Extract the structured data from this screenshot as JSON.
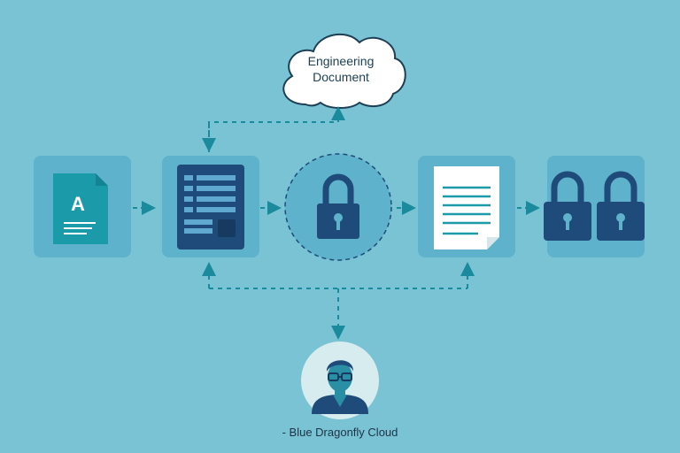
{
  "cloud": {
    "line1": "Engineering",
    "line2": "Document"
  },
  "caption": "- Blue Dragonfly Cloud",
  "icons": [
    "document-a-icon",
    "form-document-icon",
    "padlock-icon",
    "text-document-icon",
    "double-padlock-icon",
    "user-avatar-icon",
    "cloud-icon"
  ],
  "colors": {
    "background": "#79c3d4",
    "tile": "#5fb2cb",
    "teal_accent": "#1b9aaa",
    "navy": "#1f4b7a",
    "arrow": "#1a8a9c"
  }
}
